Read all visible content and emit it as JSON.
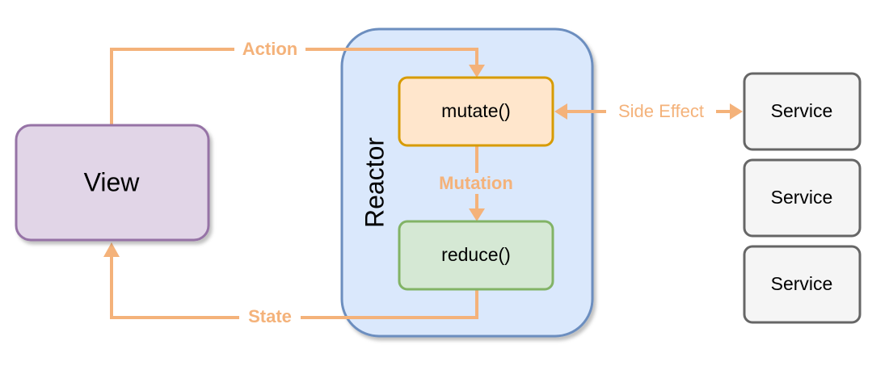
{
  "colors": {
    "arrow": "#F4B27A",
    "arrow_text": "#F4B27A",
    "view_fill": "#E1D5E7",
    "view_stroke": "#9673A6",
    "reactor_fill": "#DAE8FC",
    "reactor_stroke": "#6C8EBF",
    "mutate_fill": "#FFE6CC",
    "mutate_stroke": "#D79B00",
    "reduce_fill": "#D5E8D4",
    "reduce_stroke": "#82B366",
    "service_fill": "#F5F5F5",
    "service_stroke": "#666666",
    "text": "#000000"
  },
  "nodes": {
    "view": "View",
    "reactor": "Reactor",
    "mutate": "mutate()",
    "reduce": "reduce()",
    "services": [
      "Service",
      "Service",
      "Service"
    ]
  },
  "edges": {
    "action": "Action",
    "mutation": "Mutation",
    "state": "State",
    "side_effect": "Side Effect"
  }
}
